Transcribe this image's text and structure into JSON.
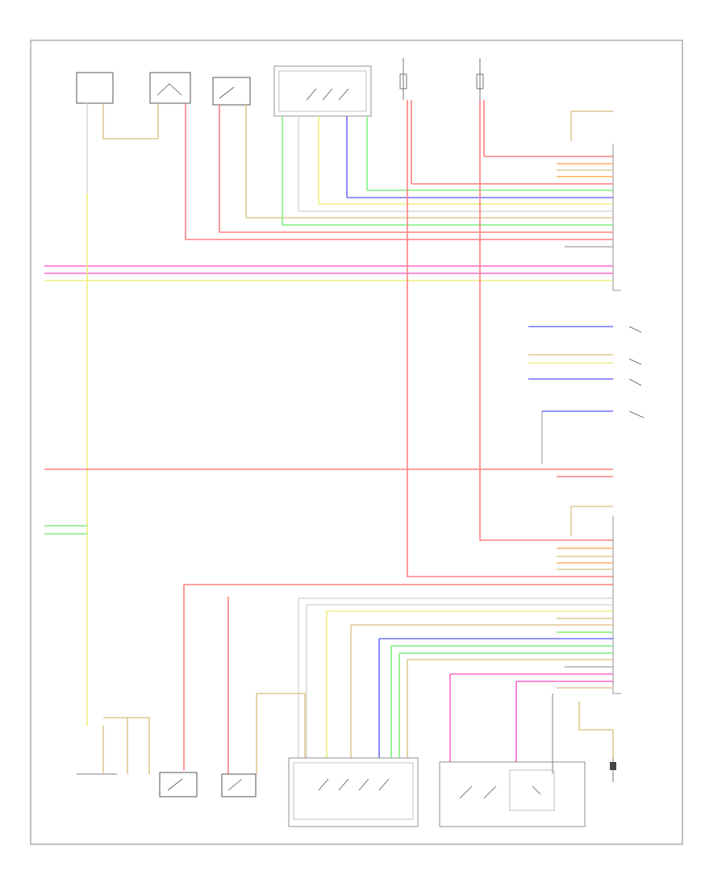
{
  "diagram": {
    "footer_code": "",
    "colors": {
      "red": "#ff8080",
      "pink": "#ff66cc",
      "green": "#80ee80",
      "blue": "#7070ff",
      "yellow": "#eeee80",
      "tan": "#e0c890",
      "orange": "#ffb060",
      "gray": "#b0b0b0",
      "lightgray": "#d8d8d8",
      "ink": "#666666"
    },
    "components": [
      {
        "name": "rear-left-transmission-component",
        "label": ""
      },
      {
        "name": "rear-transmission-selector-sensor",
        "label": ""
      },
      {
        "name": "transmission-range-switch",
        "label": ""
      },
      {
        "name": "multifunction-selector-switch",
        "label": ""
      },
      {
        "name": "fuse-block-1",
        "label": ""
      },
      {
        "name": "fuse-block-2",
        "label": ""
      },
      {
        "name": "control-module-top",
        "label": ""
      },
      {
        "name": "brake-switch-group",
        "label": ""
      },
      {
        "name": "control-module-bottom",
        "label": ""
      },
      {
        "name": "rear-left-seat-switch",
        "label": ""
      },
      {
        "name": "rear-center-switch",
        "label": ""
      },
      {
        "name": "rear-right-switch",
        "label": ""
      },
      {
        "name": "rear-seat-memory-switch",
        "label": ""
      },
      {
        "name": "rear-right-lumbar-switch",
        "label": ""
      }
    ]
  }
}
